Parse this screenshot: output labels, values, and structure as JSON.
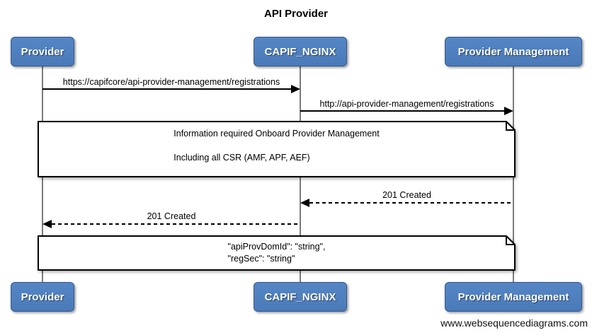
{
  "title": "API Provider",
  "actors": [
    {
      "name": "Provider"
    },
    {
      "name": "CAPIF_NGINX"
    },
    {
      "name": "Provider Management"
    }
  ],
  "messages": [
    {
      "from": "Provider",
      "to": "CAPIF_NGINX",
      "style": "solid",
      "label": "https://capifcore/api-provider-management/registrations"
    },
    {
      "from": "CAPIF_NGINX",
      "to": "Provider Management",
      "style": "solid",
      "label": "http://api-provider-management/registrations"
    },
    {
      "from": "Provider Management",
      "to": "CAPIF_NGINX",
      "style": "dashed",
      "label": "201 Created"
    },
    {
      "from": "CAPIF_NGINX",
      "to": "Provider",
      "style": "dashed",
      "label": "201 Created"
    }
  ],
  "notes": [
    {
      "lines": [
        "Information required Onboard Provider Management",
        "",
        "Including all CSR (AMF, APF, AEF)"
      ]
    },
    {
      "lines": [
        "\"apiProvDomId\": \"string\",",
        "\"regSec\": \"string\""
      ]
    }
  ],
  "watermark": "www.websequencediagrams.com",
  "colors": {
    "actor_fill": "#4D7EBF",
    "actor_border": "#34598C",
    "lifeline": "#7B7B7B",
    "line": "#000000",
    "note_fill": "#FFFFFF"
  }
}
